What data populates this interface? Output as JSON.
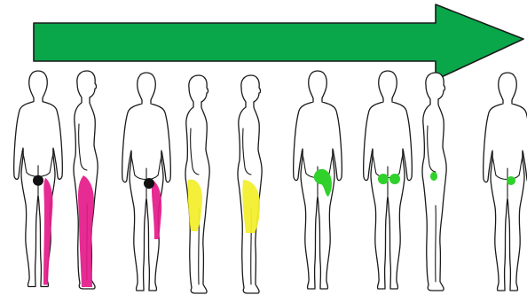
{
  "arrow": {
    "color": "#0aa64a",
    "outline": "#1a1a1a",
    "direction": "right",
    "meaning-icon": "progression-arrow-icon"
  },
  "pain_colors": {
    "magenta": "#e4198a",
    "yellow": "#f3ee2e",
    "green": "#2fd12a",
    "dark": "#111111"
  },
  "figures": [
    {
      "view": "back",
      "pain": "magenta",
      "extent": "full-leg",
      "hip_dot": "dark"
    },
    {
      "view": "side",
      "pain": "magenta",
      "extent": "full-leg"
    },
    {
      "view": "back",
      "pain": "magenta",
      "extent": "to-knee",
      "hip_dot": "dark"
    },
    {
      "view": "side",
      "pain": "yellow",
      "extent": "thigh"
    },
    {
      "view": "side",
      "pain": "yellow",
      "extent": "thigh"
    },
    {
      "view": "back",
      "pain": "green",
      "extent": "buttock-large"
    },
    {
      "view": "back",
      "pain": "green",
      "extent": "buttocks-both"
    },
    {
      "view": "side",
      "pain": "green",
      "extent": "buttock-small"
    },
    {
      "view": "back",
      "pain": "green",
      "extent": "buttock-spot"
    }
  ]
}
